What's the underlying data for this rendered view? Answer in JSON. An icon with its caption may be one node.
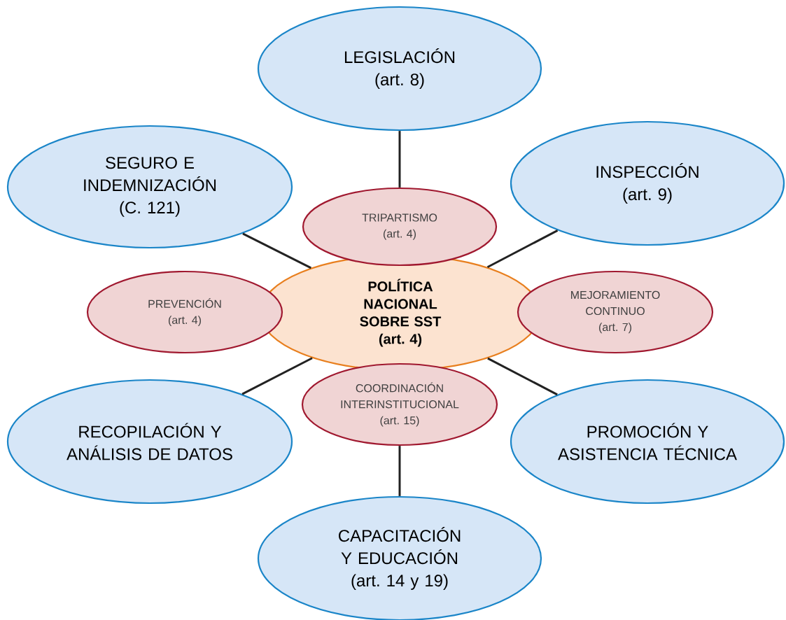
{
  "diagram": {
    "nodes": [
      {
        "text": [
          "POLÍTICA NACIONAL SOBRE SST",
          "(art. 4)"
        ]
      },
      {
        "text": [
          "LEGISLACIÓN",
          "(art. 8)"
        ]
      },
      {
        "text": [
          "SEGURO E INDEMNIZACIÓN",
          "(C. 121)"
        ]
      },
      {
        "text": [
          "INSPECCIÓN",
          "(art. 9)"
        ]
      },
      {
        "text": [
          "TRIPARTISMO",
          "(art. 4)"
        ]
      },
      {
        "text": [
          "PREVENCIÓN",
          "(art. 4)"
        ]
      },
      {
        "text": [
          "MEJORAMIENTO CONTINUO",
          "(art. 7)"
        ]
      },
      {
        "text": [
          "COORDINACIÓN INTERINSTITUCIONAL",
          "(art. 15)"
        ]
      },
      {
        "text": [
          "RECOPILACIÓN Y ANÁLISIS DE DATOS"
        ]
      },
      {
        "text": [
          "PROMOCIÓN Y ASISTENCIA TÉCNICA"
        ]
      },
      {
        "text": [
          "CAPACITACIÓN Y EDUCACIÓN",
          "(art. 14 y 19)"
        ]
      }
    ],
    "edges": [
      {
        "from": 1,
        "to": 4,
        "arrow": "none"
      },
      {
        "from": 2,
        "to": 0,
        "arrow": "none"
      },
      {
        "from": 3,
        "to": 0,
        "arrow": "none"
      },
      {
        "from": 8,
        "to": 0,
        "arrow": "none"
      },
      {
        "from": 9,
        "to": 0,
        "arrow": "none"
      },
      {
        "from": 7,
        "to": 10,
        "arrow": "none"
      }
    ]
  }
}
